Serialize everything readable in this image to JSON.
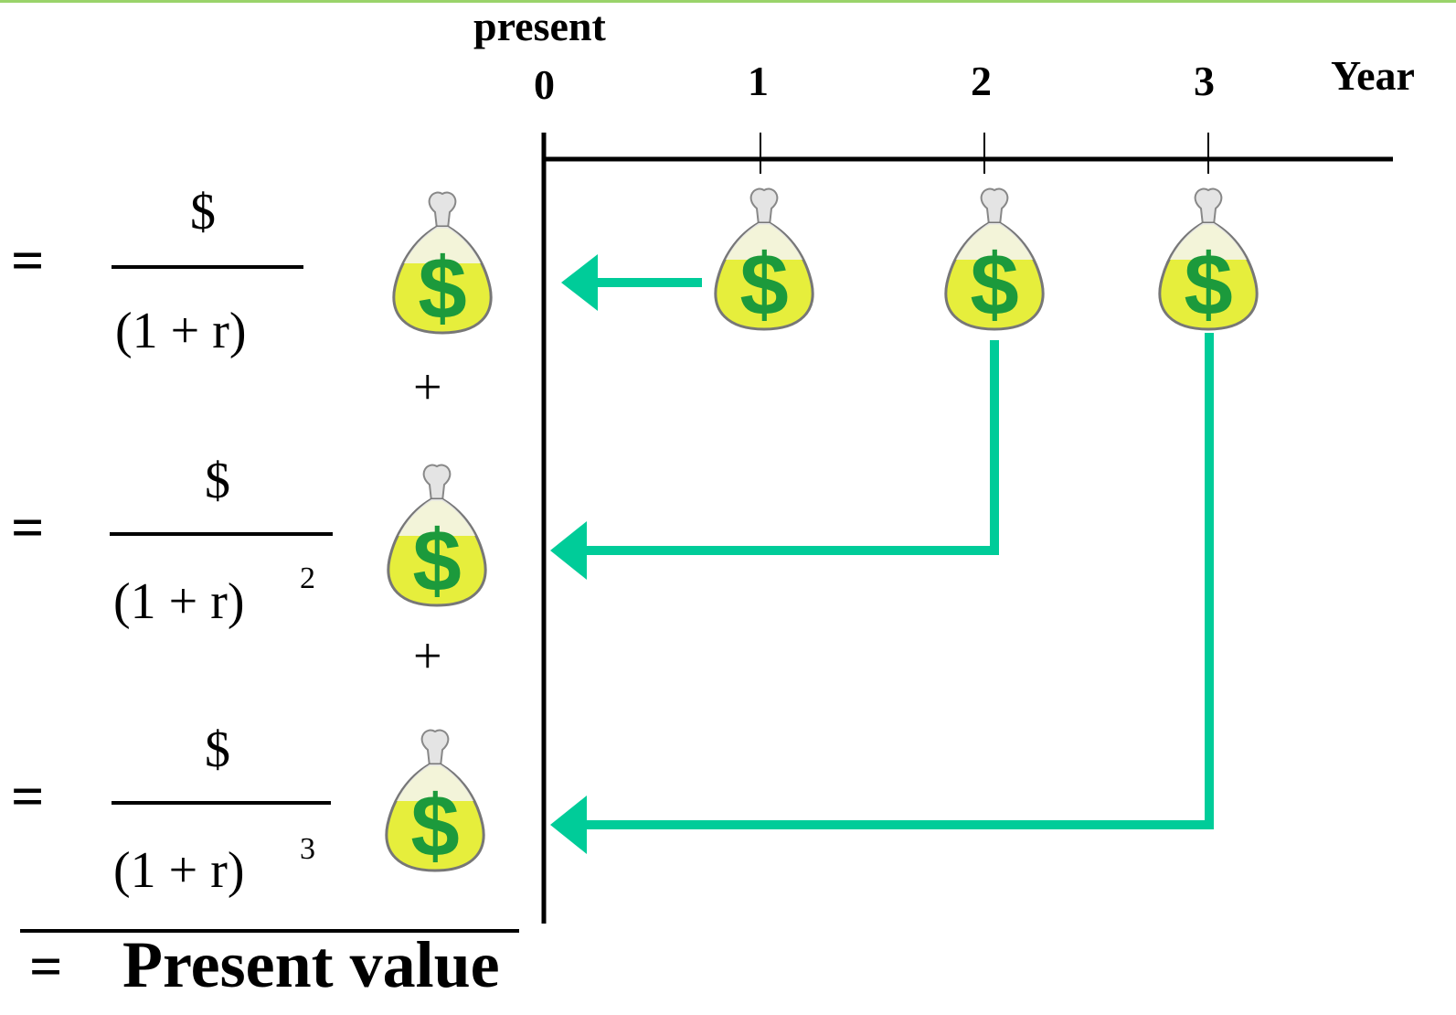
{
  "timeline": {
    "present_label": "present",
    "year_label": "Year",
    "ticks": [
      "0",
      "1",
      "2",
      "3"
    ]
  },
  "terms": [
    {
      "numerator": "$",
      "denominator": "(1 + r)",
      "exponent": ""
    },
    {
      "numerator": "$",
      "denominator": "(1 + r)",
      "exponent": "2"
    },
    {
      "numerator": "$",
      "denominator": "(1 + r)",
      "exponent": "3"
    }
  ],
  "equals_sign": "=",
  "plus_sign": "+",
  "result": {
    "equals": "=",
    "label": "Present value"
  },
  "icons": {
    "cash_flow": "money-bag-icon",
    "discount": "arrow-left-icon"
  },
  "colors": {
    "arrow": "#00cc99",
    "bag_fill": "#e6ee3c",
    "dollar": "#1c9a3c",
    "axis": "#000000",
    "top_rule": "#9ad36a"
  }
}
